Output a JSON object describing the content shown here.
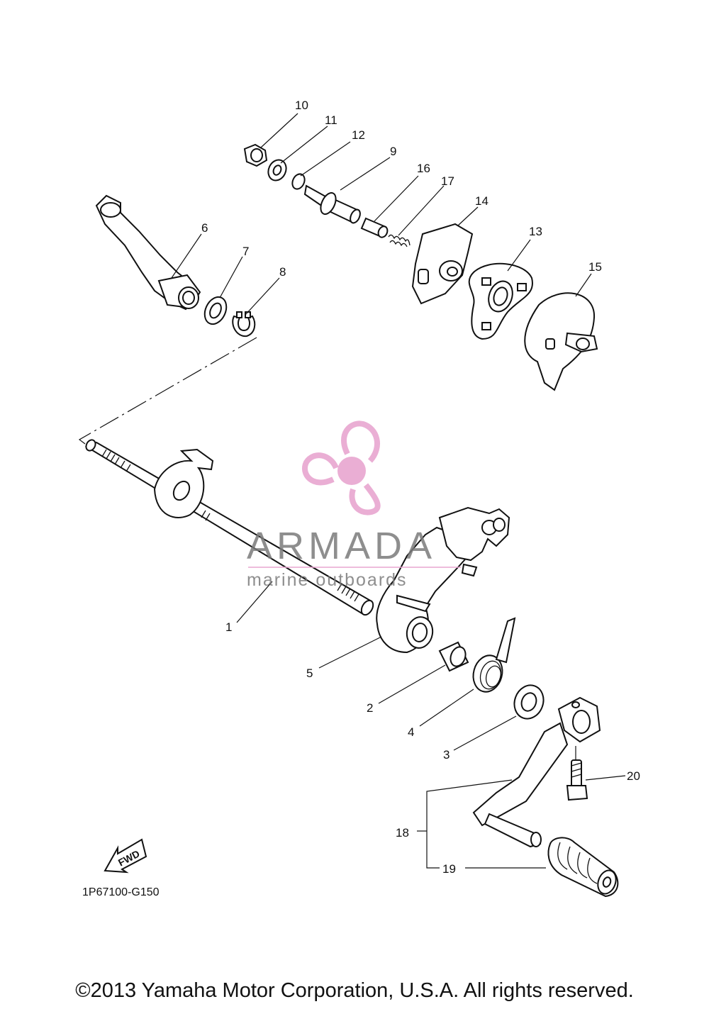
{
  "diagram": {
    "callouts": [
      {
        "id": "1",
        "label": "1"
      },
      {
        "id": "2",
        "label": "2"
      },
      {
        "id": "3",
        "label": "3"
      },
      {
        "id": "4",
        "label": "4"
      },
      {
        "id": "5",
        "label": "5"
      },
      {
        "id": "6",
        "label": "6"
      },
      {
        "id": "7",
        "label": "7"
      },
      {
        "id": "8",
        "label": "8"
      },
      {
        "id": "9",
        "label": "9"
      },
      {
        "id": "10",
        "label": "10"
      },
      {
        "id": "11",
        "label": "11"
      },
      {
        "id": "12",
        "label": "12"
      },
      {
        "id": "13",
        "label": "13"
      },
      {
        "id": "14",
        "label": "14"
      },
      {
        "id": "15",
        "label": "15"
      },
      {
        "id": "16",
        "label": "16"
      },
      {
        "id": "17",
        "label": "17"
      },
      {
        "id": "18",
        "label": "18"
      },
      {
        "id": "19",
        "label": "19"
      },
      {
        "id": "20",
        "label": "20"
      }
    ],
    "fwd_label": "FWD",
    "diagram_code": "1P67100-G150"
  },
  "watermark": {
    "title": "ARMADA",
    "subtitle": "marine outboards",
    "logo_icon": "propeller-logo-icon",
    "accent_color": "#e8a6d0"
  },
  "footer": {
    "copyright": "©2013 Yamaha Motor Corporation, U.S.A. All rights reserved."
  }
}
